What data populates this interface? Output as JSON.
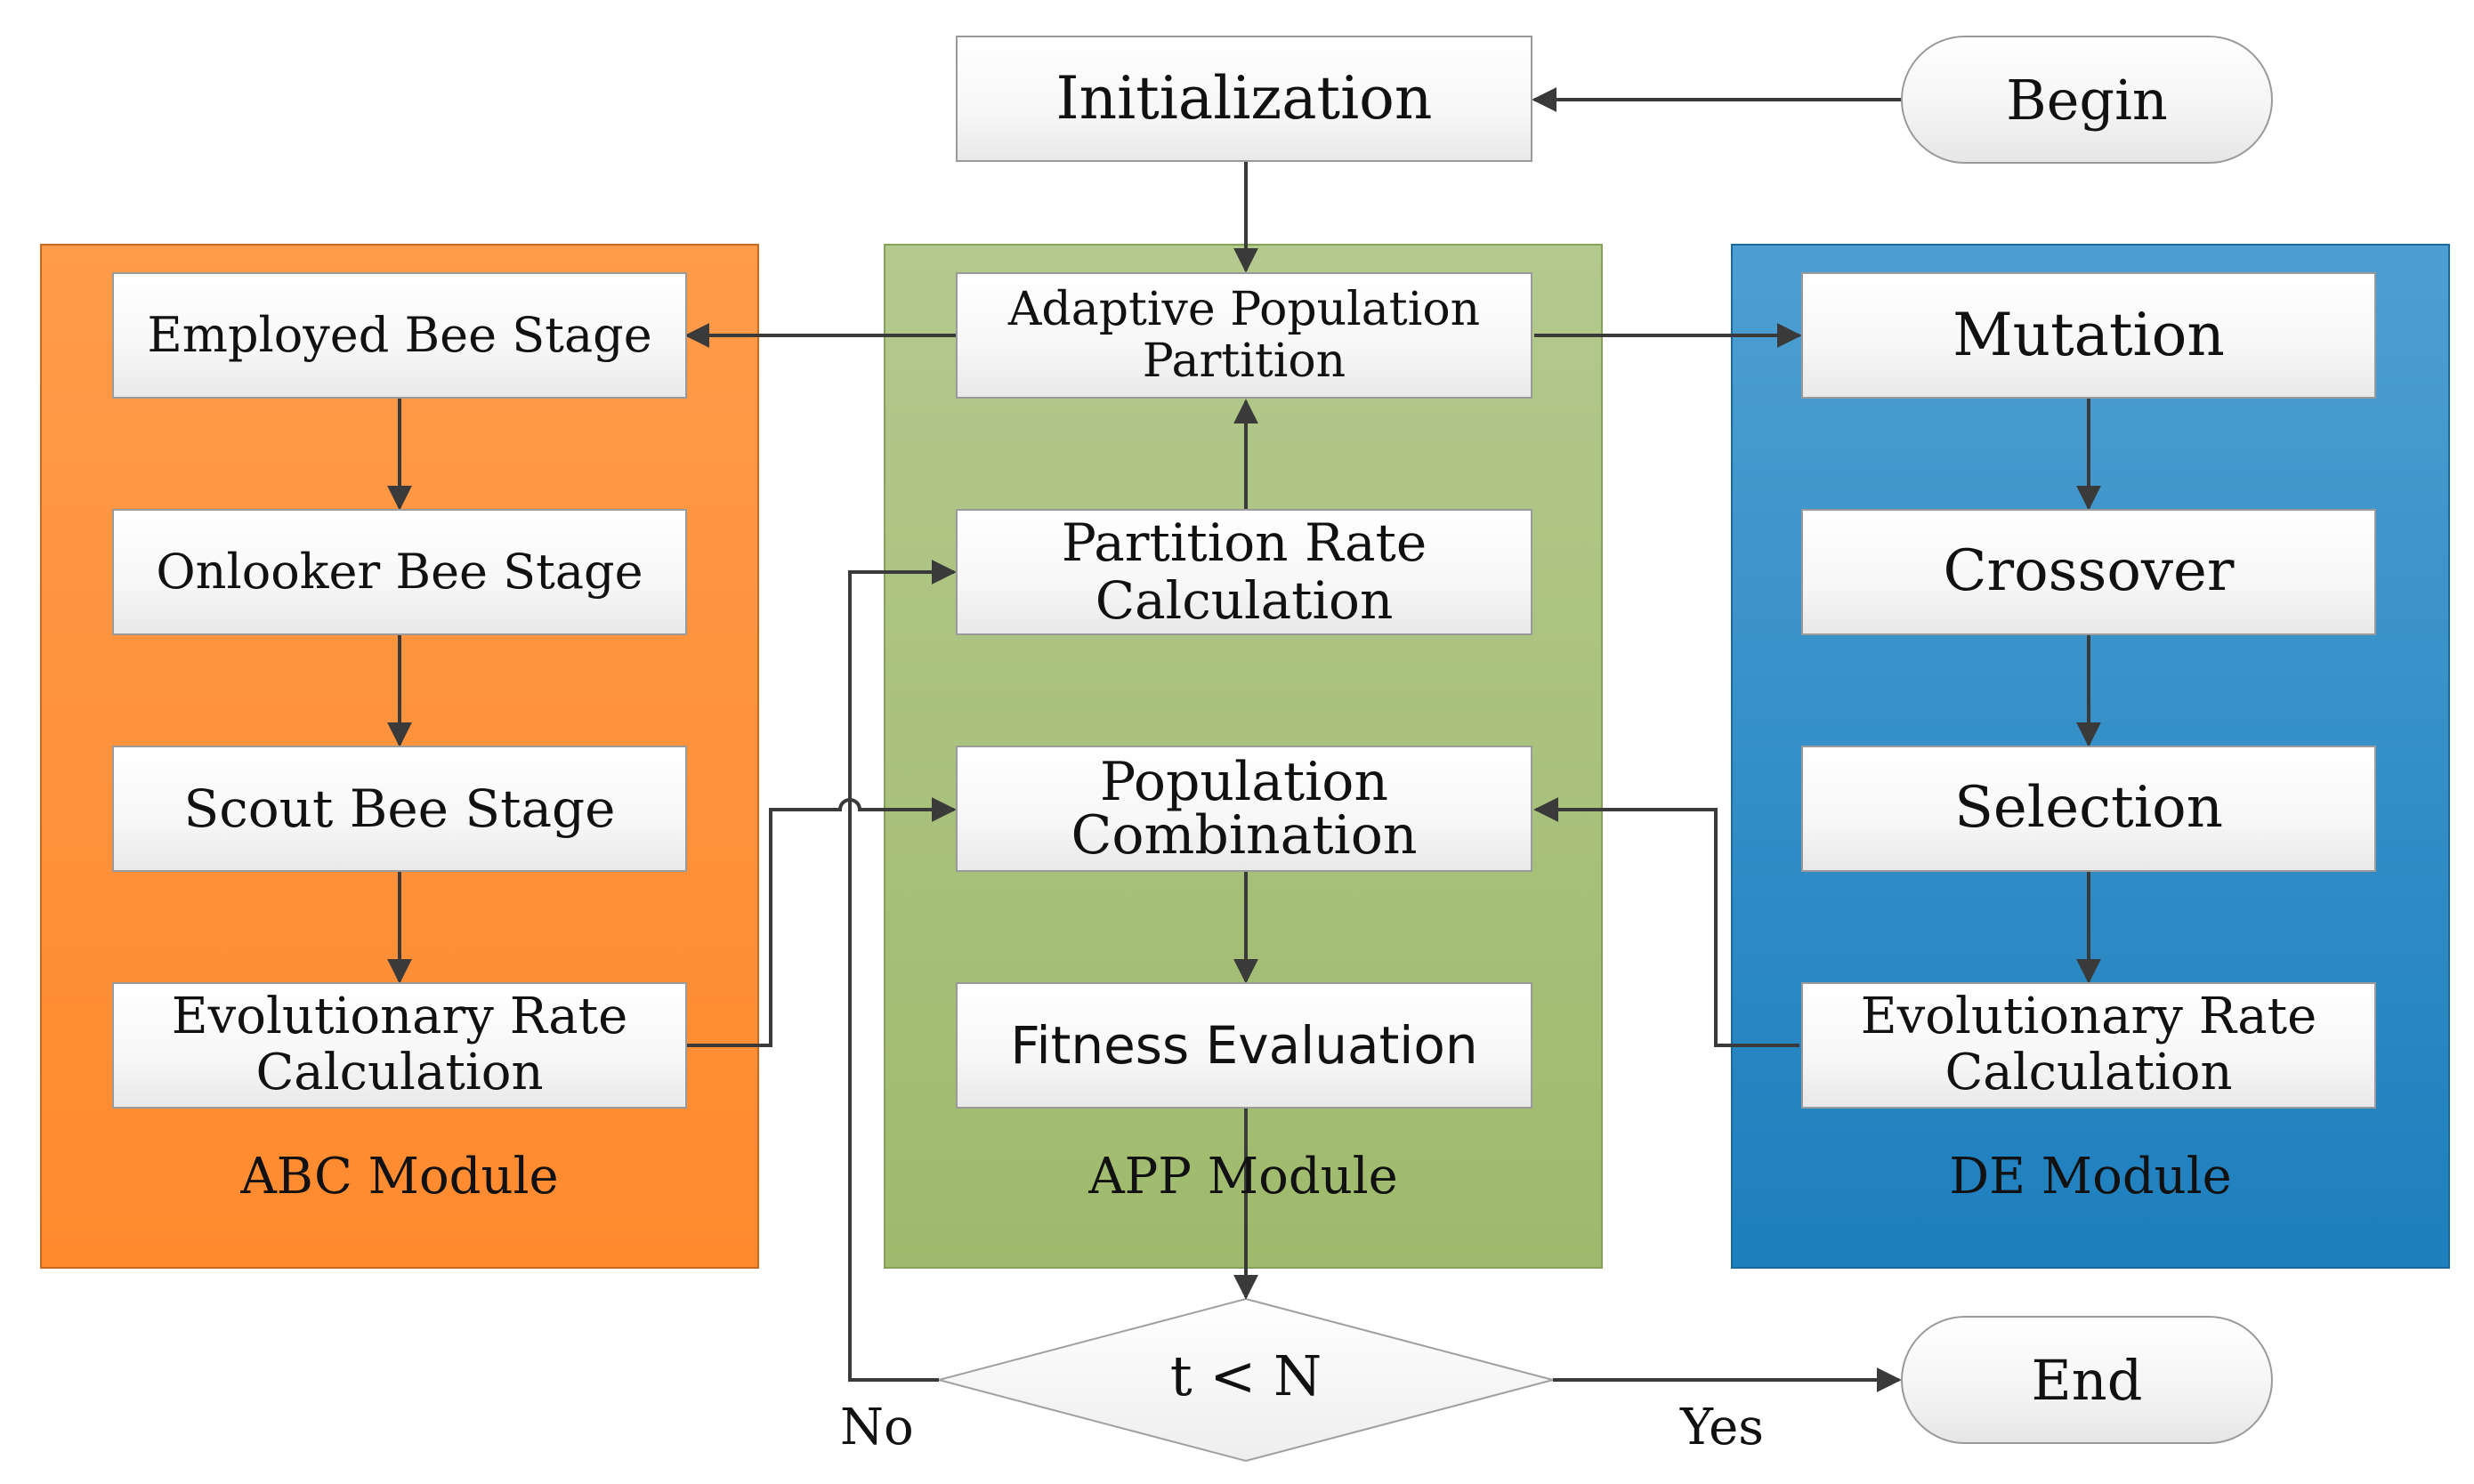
{
  "modules": {
    "abc": {
      "label": "ABC Module",
      "color_top": "#ff9b4a",
      "color_bottom": "#ff8a2e"
    },
    "app": {
      "label": "APP Module",
      "color_top": "#b4c98e",
      "color_bottom": "#9fba6c"
    },
    "de": {
      "label": "DE Module",
      "color_top": "#4d9fd2",
      "color_bottom": "#1d7fbd"
    }
  },
  "nodes": {
    "begin": "Begin",
    "initialization": "Initialization",
    "adaptive_partition": [
      "Adaptive Population",
      "Partition"
    ],
    "employed_bee": "Employed Bee Stage",
    "onlooker_bee": "Onlooker Bee Stage",
    "scout_bee": "Scout Bee Stage",
    "abc_evolutionary_rate": [
      "Evolutionary Rate",
      "Calculation"
    ],
    "partition_rate": [
      "Partition Rate",
      "Calculation"
    ],
    "population_combination": [
      "Population",
      "Combination"
    ],
    "fitness_evaluation": "Fitness Evaluation",
    "mutation": "Mutation",
    "crossover": "Crossover",
    "selection": "Selection",
    "de_evolutionary_rate": [
      "Evolutionary Rate",
      "Calculation"
    ],
    "decision": "t < N",
    "end": "End"
  },
  "branches": {
    "no": "No",
    "yes": "Yes"
  },
  "colors": {
    "arrow": "#3a3a3a",
    "box_border": "#9a9a9a"
  }
}
